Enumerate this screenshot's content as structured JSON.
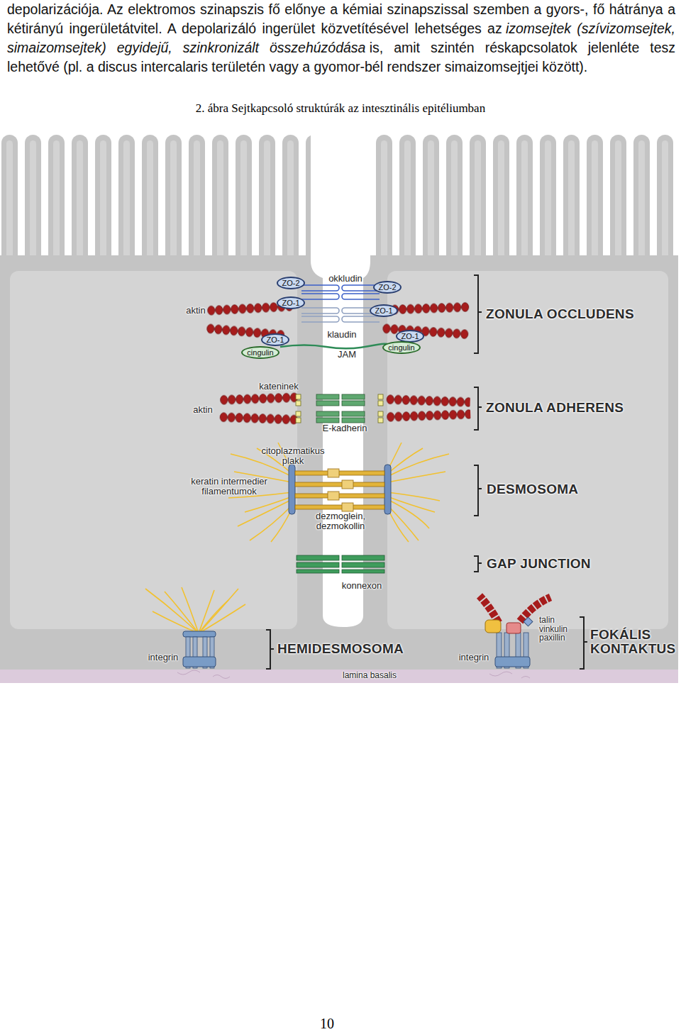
{
  "diagram": {
    "caption": "2. ábra Sejtkapcsoló struktúrák az intesztinális epitéliumban",
    "nodes": [
      {
        "text": [
          "ZO-2"
        ]
      },
      {
        "text": [
          "ZO-2"
        ]
      },
      {
        "text": [
          "ZO-1"
        ]
      },
      {
        "text": [
          "ZO-1"
        ]
      },
      {
        "text": [
          "ZO-1"
        ]
      },
      {
        "text": [
          "ZO-1"
        ]
      },
      {
        "text": [
          "cingulin"
        ]
      },
      {
        "text": [
          "cingulin"
        ]
      }
    ],
    "labels": [
      "depolarizációja. Az elektromos szinapszis fő előnye a kémiai szinapszissal szemben a gyors-, fő hátránya a kétirányú ingerületátvitel. A depolarizáló ingerület közvetítésével lehetséges az",
      "izomsejtek (szívizomsejtek, simaizomsejtek) egyidejű, szinkronizált összehúzódása",
      "is, amit szintén réskapcsolatok jelenléte tesz lehetővé (pl. a discus intercalaris területén vagy a gyomor-bél rendszer simaizomsejtjei között).",
      "okkludin",
      "aktin",
      "klaudin",
      "JAM",
      "ZONULA OCCLUDENS",
      "kateninek",
      "aktin",
      "E-kadherin",
      "ZONULA ADHERENS",
      "citoplazmatikus plakk",
      "keratin intermedier filamentumok",
      "DESMOSOMA",
      "dezmoglein, dezmokollin",
      "GAP JUNCTION",
      "konnexon",
      "integrin",
      "HEMIDESMOSOMA",
      "integrin",
      "talin vinkulin paxillin",
      "FOKÁLIS KONTAKTUS",
      "lamina basalis",
      "10"
    ]
  }
}
